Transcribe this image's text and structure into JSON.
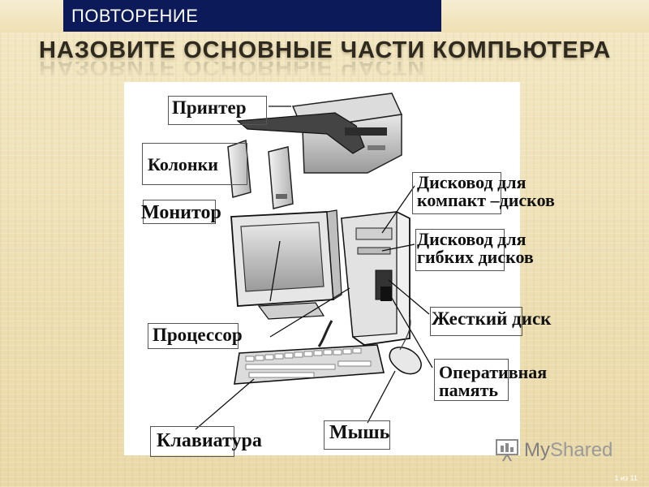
{
  "section_tag": "ПОВТОРЕНИЕ",
  "title": "НАЗОВИТЕ ОСНОВНЫЕ ЧАСТИ КОМПЬЮТЕРА",
  "labels": {
    "printer": "Принтер",
    "speakers": "Колонки",
    "monitor": "Монитор",
    "cd_drive_line1": "Дисковод для",
    "cd_drive_line2": "компакт –дисков",
    "floppy_line1": "Дисковод для",
    "floppy_line2": "гибких дисков",
    "hard_disk": "Жесткий диск",
    "cpu": "Процессор",
    "ram_line1": "Оперативная",
    "ram_line2": "память",
    "keyboard": "Клавиатура",
    "mouse": "Мышь"
  },
  "branding": {
    "prefix": "My",
    "suffix": "Shared"
  },
  "page_counter": "1 из 11"
}
